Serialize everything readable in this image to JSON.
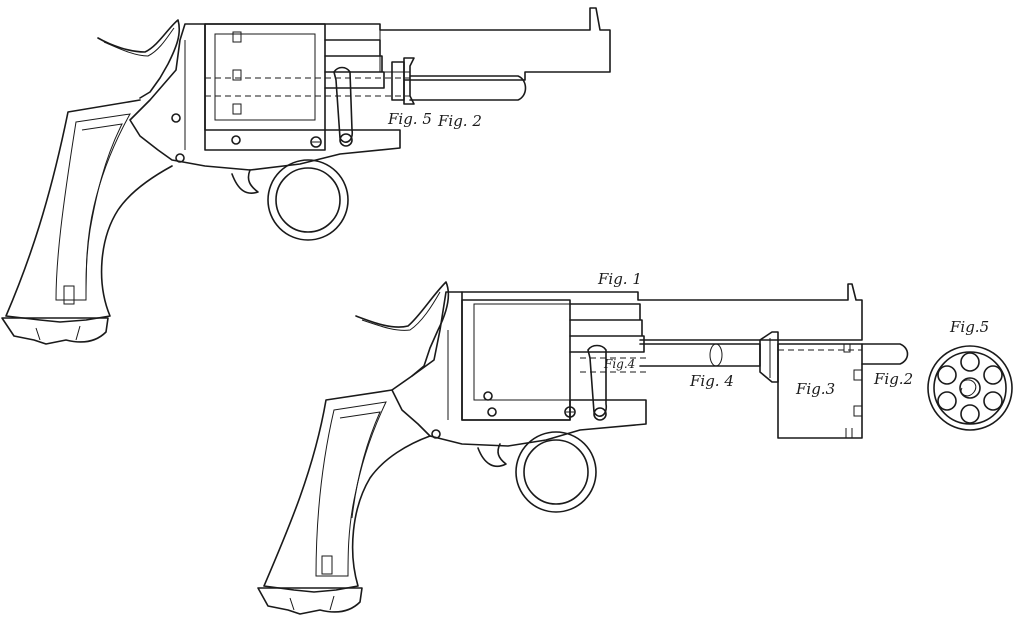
{
  "figures": {
    "fig1": {
      "label": "Fig. 1"
    },
    "fig2": {
      "label": "Fig. 2"
    },
    "fig2b": {
      "label": "Fig.2"
    },
    "fig3": {
      "label": "Fig.3"
    },
    "fig4": {
      "label": "Fig. 4"
    },
    "fig4b": {
      "label": "Fig.4"
    },
    "fig5": {
      "label": "Fig. 5"
    },
    "fig5b": {
      "label": "Fig.5"
    }
  },
  "colors": {
    "ink": "#1a1a1a",
    "paper": "#ffffff"
  }
}
